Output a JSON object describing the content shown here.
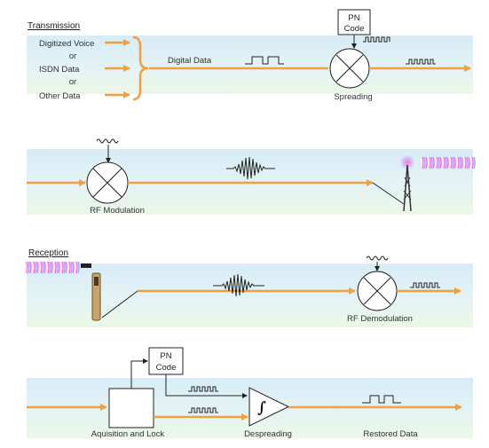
{
  "transmission": {
    "section_label": "Transmission",
    "inputs": [
      "Digitized Voice",
      "or",
      "ISDN Data",
      "or",
      "Other Data"
    ],
    "digital_data_label": "Digital Data",
    "pn_code_label_1": "PN",
    "pn_code_label_2": "Code",
    "spreading_label": "Spreading",
    "rf_modulation_label": "RF Modulation"
  },
  "reception": {
    "section_label": "Reception",
    "rf_demodulation_label": "RF Demodulation",
    "pn_code_label_1": "PN",
    "pn_code_label_2": "Code",
    "acquisition_label": "Aquisition and Lock",
    "despreading_label": "Despreading",
    "restored_label": "Restored Data"
  },
  "colors": {
    "band": "#dff0f7",
    "band_low": "#eef8ea",
    "signal": "#f0a040",
    "line": "#222222"
  }
}
